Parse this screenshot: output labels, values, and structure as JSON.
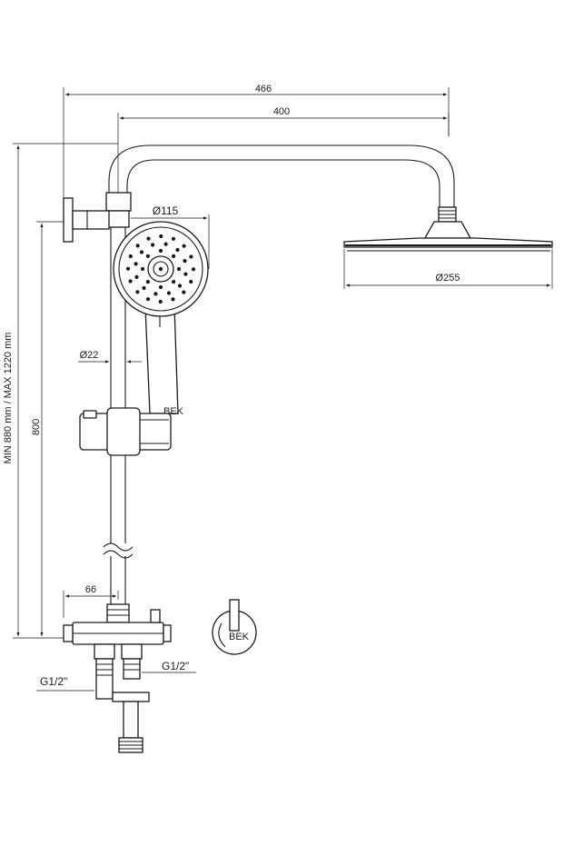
{
  "dimensions": {
    "width_total": "466",
    "width_arm": "400",
    "hand_shower_dia": "Ø115",
    "head_dia": "Ø255",
    "bar_dia": "Ø22",
    "bar_height": "800",
    "height_range": "MIN 880 mm / MAX 1220 mm",
    "valve_offset": "66",
    "thread_left": "G1/2\"",
    "thread_right": "G1/2\""
  },
  "brand_mark": "BEK"
}
